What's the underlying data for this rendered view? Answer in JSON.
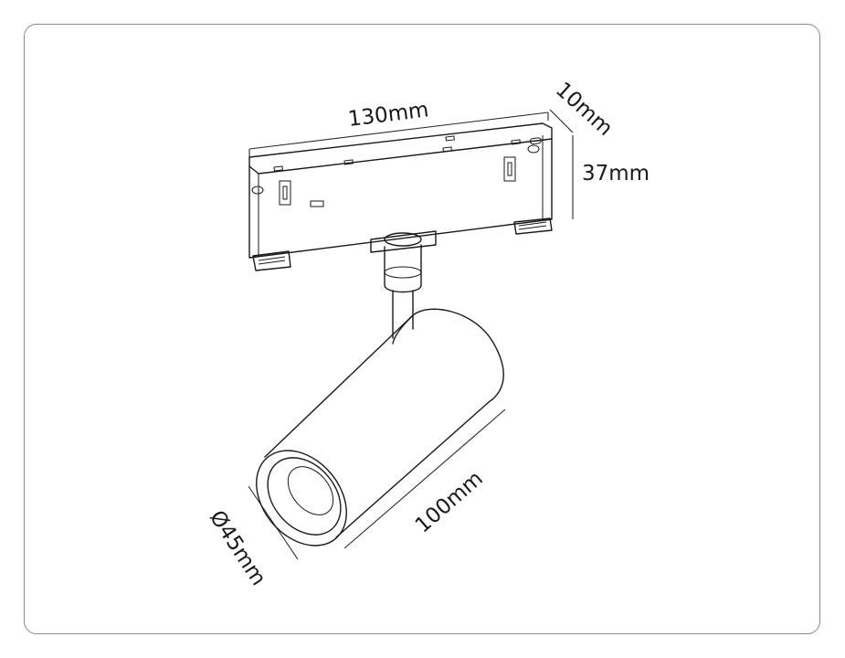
{
  "dimensions": {
    "length": "130mm",
    "depth": "10mm",
    "height": "37mm",
    "body_length": "100mm",
    "diameter": "Ø45mm"
  },
  "colors": {
    "line": "#1a1a1a",
    "frame": "#8a8a8a",
    "background": "#ffffff"
  }
}
